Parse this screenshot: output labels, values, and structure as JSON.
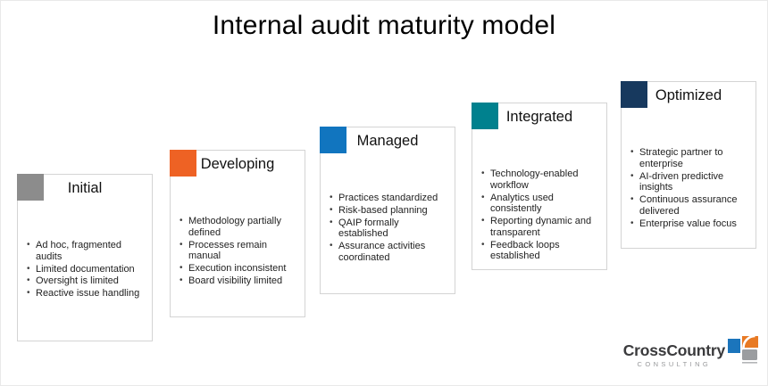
{
  "page_title": "Internal audit maturity model",
  "stages": [
    {
      "name": "Initial",
      "color": "#8C8C8C",
      "bullets": [
        "Ad hoc, fragmented audits",
        "Limited documentation",
        "Oversight is limited",
        "Reactive issue handling"
      ]
    },
    {
      "name": "Developing",
      "color": "#EE6224",
      "bullets": [
        "Methodology partially defined",
        "Processes remain manual",
        "Execution inconsistent",
        "Board visibility limited"
      ]
    },
    {
      "name": "Managed",
      "color": "#1175BF",
      "bullets": [
        "Practices standardized",
        "Risk-based planning",
        "QAIP formally established",
        "Assurance activities coordinated"
      ]
    },
    {
      "name": "Integrated",
      "color": "#00818E",
      "bullets": [
        "Technology-enabled workflow",
        "Analytics used consistently",
        "Reporting dynamic and transparent",
        "Feedback loops established"
      ]
    },
    {
      "name": "Optimized",
      "color": "#17395E",
      "bullets": [
        "Strategic partner to enterprise",
        "AI-driven predictive insights",
        "Continuous assurance delivered",
        "Enterprise value focus"
      ]
    }
  ],
  "logo": {
    "brand": "CrossCountry",
    "subtitle": "CONSULTING",
    "mark_colors": {
      "blue": "#1B75BC",
      "orange": "#E87A24",
      "gray": "#9B9DA0",
      "underline": "#B3B5B7"
    }
  }
}
